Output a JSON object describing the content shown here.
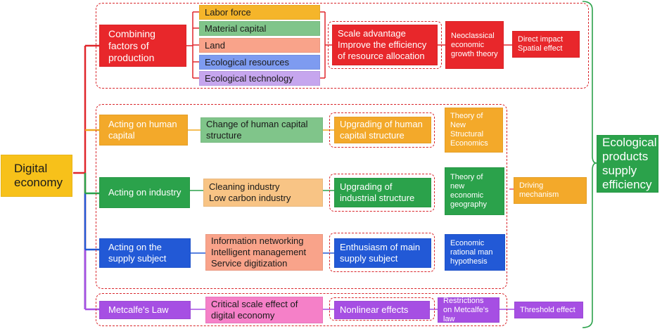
{
  "root": {
    "label": "Digital economy",
    "color": "#f7c11a"
  },
  "outcome": {
    "label": "Ecological products supply efficiency",
    "color": "#2ba24b"
  },
  "shared_effects": {
    "driving": "Driving mechanism"
  },
  "branch1": {
    "node": "Combining factors of production",
    "factors": [
      "Labor force",
      "Material capital",
      "Land",
      "Ecological resources",
      "Ecological technology"
    ],
    "effect": "Scale advantage\nImprove the efficiency\nof resource allocation",
    "theory": "Neoclassical economic growth theory",
    "impact": "Direct impact\nSpatial effect"
  },
  "branch2": {
    "node": "Acting on human capital",
    "mid": "Change of human capital structure",
    "effect": "Upgrading of human capital structure",
    "theory": "Theory of New Structural Economics"
  },
  "branch3": {
    "node": "Acting on industry",
    "mid": "Cleaning industry\nLow carbon industry",
    "effect": "Upgrading of industrial structure",
    "theory": "Theory of new economic geography"
  },
  "branch4": {
    "node": "Acting on the supply subject",
    "mid": "Information networking\nIntelligent management\nService digitization",
    "effect": "Enthusiasm of main supply subject",
    "theory": "Economic rational man hypothesis"
  },
  "branch5": {
    "node": "Metcalfe's Law",
    "mid": "Critical scale effect of digital economy",
    "effect": "Nonlinear effects",
    "theory": "Restrictions on Metcalfe's law",
    "threshold": "Threshold effect"
  }
}
